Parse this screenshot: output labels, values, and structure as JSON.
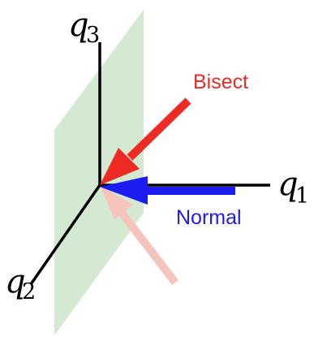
{
  "axes": {
    "q1": {
      "symbol": "q",
      "subscript": "1"
    },
    "q2": {
      "symbol": "q",
      "subscript": "2"
    },
    "q3": {
      "symbol": "q",
      "subscript": "3"
    }
  },
  "arrows": {
    "bisect": {
      "label": "Bisect",
      "color": "#ee2a24"
    },
    "normal": {
      "label": "Normal",
      "color": "#1c1cf0"
    },
    "reflected": {
      "label": "",
      "color": "#f7c4bd"
    }
  },
  "plane": {
    "color": "#cfe7cd"
  },
  "axis_color": "#000000"
}
